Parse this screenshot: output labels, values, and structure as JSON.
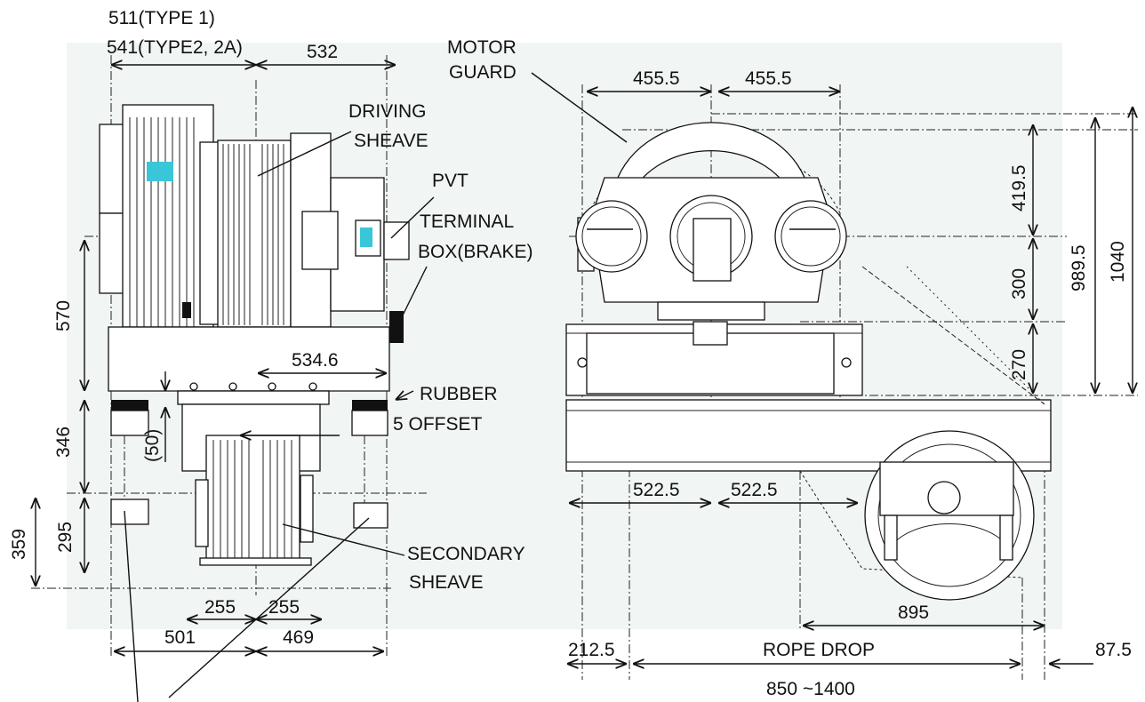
{
  "labels": {
    "motor_guard_1": "MOTOR",
    "motor_guard_2": "GUARD",
    "driving_sheave_1": "DRIVING",
    "driving_sheave_2": "SHEAVE",
    "pvt": "PVT",
    "terminal_box_1": "TERMINAL",
    "terminal_box_2": "BOX(BRAKE)",
    "rubber": "RUBBER",
    "offset": "5 OFFSET",
    "secondary_sheave_1": "SECONDARY",
    "secondary_sheave_2": "SHEAVE",
    "rope_drop": "ROPE DROP",
    "rope_drop_range": "850 ~1400"
  },
  "dimensions": {
    "type1": "511(TYPE 1)",
    "type2": "541(TYPE2, 2A)",
    "d532": "532",
    "d570": "570",
    "d534_6": "534.6",
    "d50": "(50)",
    "d346": "346",
    "d359": "359",
    "d295": "295",
    "d255_left": "255",
    "d255_right": "255",
    "d501": "501",
    "d469": "469",
    "d455_5_left": "455.5",
    "d455_5_right": "455.5",
    "d419_5": "419.5",
    "d300": "300",
    "d270": "270",
    "d989_5": "989.5",
    "d1040": "1040",
    "d522_5_left": "522.5",
    "d522_5_right": "522.5",
    "d895": "895",
    "d212_5": "212.5",
    "d87_5": "87.5"
  },
  "colors": {
    "background_panel": "#f1f5f4",
    "label_accent": "#39c6d9",
    "line": "#111111"
  }
}
